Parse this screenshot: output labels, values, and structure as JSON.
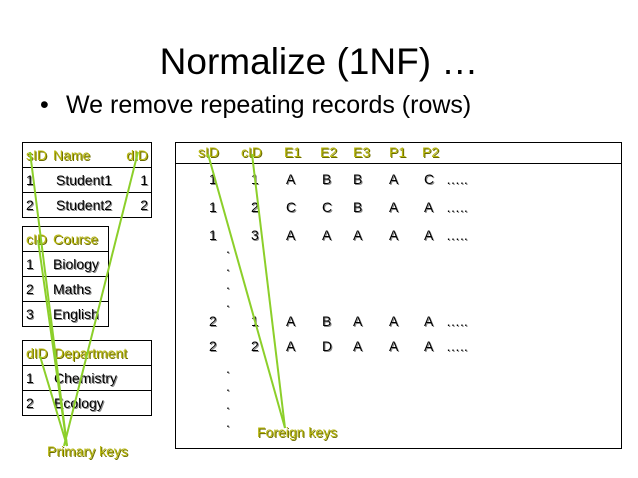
{
  "title": "Normalize (1NF) …",
  "bullet": {
    "marker": "•",
    "text": "We remove repeating records (rows)"
  },
  "students": {
    "headers": [
      "sID",
      "Name",
      "dID"
    ],
    "rows": [
      [
        "1",
        "Student1",
        "1"
      ],
      [
        "2",
        "Student2",
        "2"
      ]
    ]
  },
  "courses": {
    "headers": [
      "cID",
      "Course"
    ],
    "rows": [
      [
        "1",
        "Biology"
      ],
      [
        "2",
        "Maths"
      ],
      [
        "3",
        "English"
      ]
    ]
  },
  "departments": {
    "headers": [
      "dID",
      "Department"
    ],
    "rows": [
      [
        "1",
        "Chemistry"
      ],
      [
        "2",
        "Ecology"
      ]
    ]
  },
  "grades": {
    "headers": [
      "sID",
      "cID",
      "E1",
      "E2",
      "E3",
      "P1",
      "P2"
    ],
    "rows": [
      [
        "1",
        "1",
        "A",
        "B",
        "B",
        "A",
        "C",
        "….."
      ],
      [
        "1",
        "2",
        "C",
        "C",
        "B",
        "A",
        "A",
        "….."
      ],
      [
        "1",
        "3",
        "A",
        "A",
        "A",
        "A",
        "A",
        "….."
      ],
      [
        "2",
        "1",
        "A",
        "B",
        "A",
        "A",
        "A",
        "….."
      ],
      [
        "2",
        "2",
        "A",
        "D",
        "A",
        "A",
        "A",
        "….."
      ]
    ],
    "ellipsis_mark": "."
  },
  "labels": {
    "primary_keys": "Primary keys",
    "foreign_keys": "Foreign keys"
  },
  "colors": {
    "highlight": "#b7b70f",
    "arrow": "#8ccf2a"
  }
}
